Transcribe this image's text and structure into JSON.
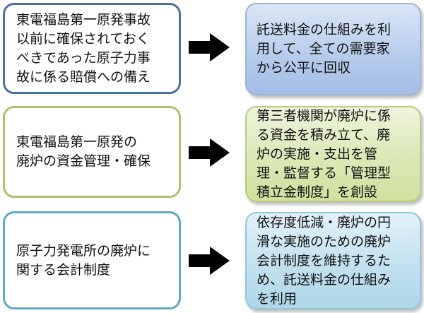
{
  "rows": [
    {
      "left_text": "東電福島第一原発事故\n以前に確保されておく\nべきであった原子力事\n故に係る賠償への備え",
      "right_text": "託送料金の仕組みを利\n用して、全ての需要家\nから公平に回収",
      "colors": {
        "left_border": "#4a6fa5",
        "right_fill": "#b8cdec"
      }
    },
    {
      "left_text": "東電福島第一原発の\n廃炉の資金管理・確保",
      "right_text": "第三者機関が廃炉に係\nる資金を積み立て、廃\n炉の実施・支出を管\n理・監督する「管理型\n積立金制度」を創設",
      "colors": {
        "left_border": "#a9c46a",
        "right_fill": "#dbe8b6"
      }
    },
    {
      "left_text": "原子力発電所の廃炉に\n関する会計制度",
      "right_text": "依存度低減・廃炉の円\n滑な実施のための廃炉\n会計制度を維持するた\nめ、託送料金の仕組み\nを利用",
      "colors": {
        "left_border": "#5fa9c9",
        "right_fill": "#c2e1ef"
      }
    }
  ],
  "arrow_icon": "right-arrow-icon"
}
